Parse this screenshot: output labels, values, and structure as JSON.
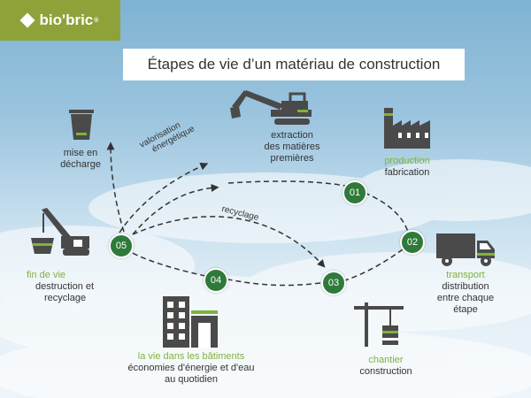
{
  "brand": {
    "name": "bio'bric",
    "mark": "®"
  },
  "title": "Étapes de vie d’un matériau de construction",
  "stages": {
    "extraction": {
      "line1": "extraction",
      "line2": "des matières",
      "line3": "premières"
    },
    "production": {
      "highlight": "production",
      "line1": "fabrication"
    },
    "transport": {
      "highlight": "transport",
      "line1": "distribution",
      "line2": "entre chaque",
      "line3": "étape"
    },
    "chantier": {
      "highlight": "chantier",
      "line1": "construction"
    },
    "vie": {
      "highlight": "la vie dans les bâtiments",
      "line1": "économies d'énergie et d'eau",
      "line2": "au quotidien"
    },
    "fin": {
      "highlight": "fin de vie",
      "line1": "destruction et",
      "line2": "recyclage"
    },
    "decharge": {
      "line1": "mise en",
      "line2": "décharge"
    }
  },
  "nodes": [
    "01",
    "02",
    "03",
    "04",
    "05"
  ],
  "arrows": {
    "valorisation1": "valorisation",
    "valorisation2": "énergétique",
    "recyclage": "recyclage"
  },
  "colors": {
    "green_dark": "#2f7a3a",
    "green_light": "#7fb339",
    "brand": "#8ea23a",
    "icon": "#4a4a4a"
  }
}
